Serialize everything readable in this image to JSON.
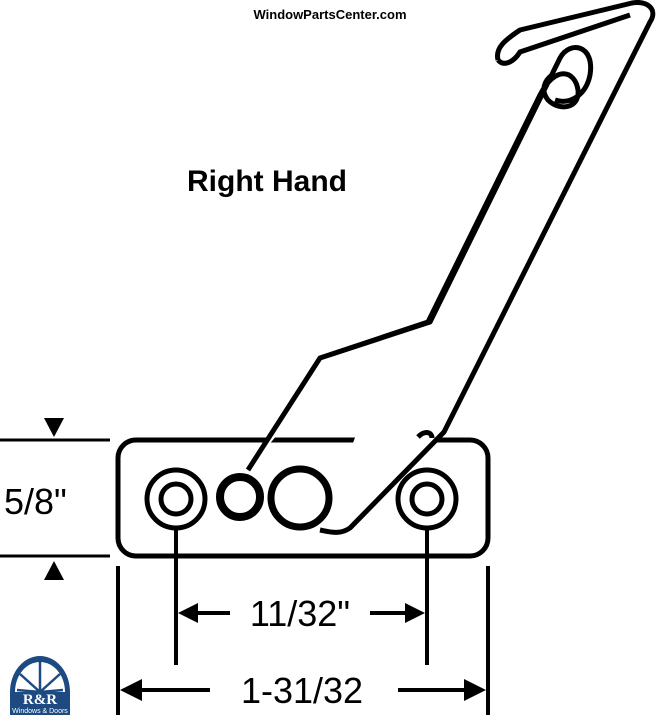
{
  "watermark": "WindowPartsCenter.com",
  "title": "Right Hand",
  "dimensions": {
    "height": "5/8\"",
    "hole_spacing": "11/32\"",
    "overall_length": "1-31/32"
  },
  "logo": {
    "name": "R&R",
    "subtitle": "Windows & Doors",
    "color": "#1d4a80"
  }
}
